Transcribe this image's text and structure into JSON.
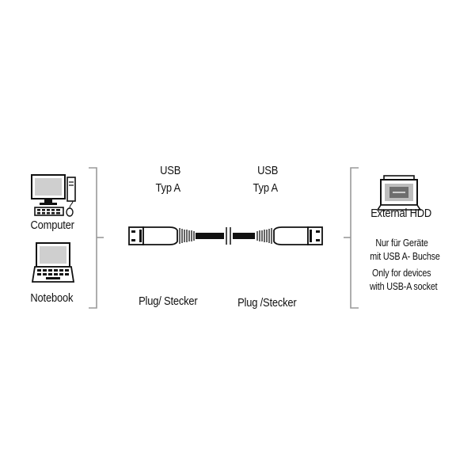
{
  "left_devices": {
    "computer_label": "Computer",
    "notebook_label": "Notebook"
  },
  "cable": {
    "left_connector": {
      "type_line1": "USB",
      "type_line2": "Typ A",
      "kind": "Plug/ Stecker"
    },
    "right_connector": {
      "type_line1": "USB",
      "type_line2": "Typ A",
      "kind": "Plug /Stecker"
    }
  },
  "right_device": {
    "label": "External HDD",
    "note_de_line1": "Nur für Geräte",
    "note_de_line2": "mit USB A- Buchse",
    "note_en_line1": "Only for devices",
    "note_en_line2": "with USB-A socket"
  },
  "colors": {
    "ink": "#111111",
    "gray": "#9a9a9a",
    "screen": "#c8c8c8"
  }
}
